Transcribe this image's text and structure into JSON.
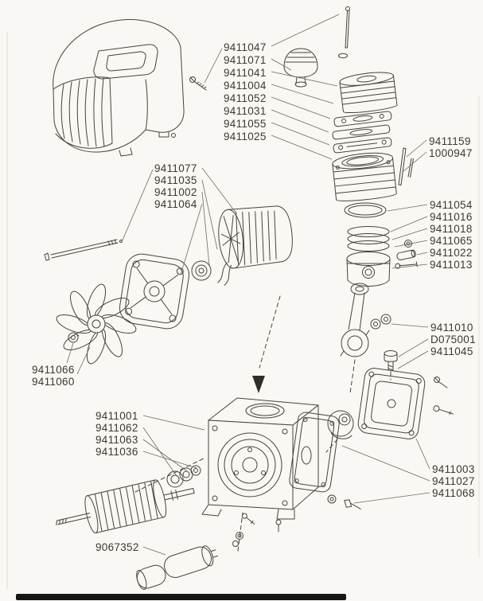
{
  "colors": {
    "paper": "#f9f8f4",
    "line": "#45443c",
    "label_text": "#3b3933",
    "scan_bar": "#161616"
  },
  "labels": [
    {
      "text": "9411047"
    },
    {
      "text": "9411071"
    },
    {
      "text": "9411041"
    },
    {
      "text": "9411004"
    },
    {
      "text": "9411052"
    },
    {
      "text": "9411031"
    },
    {
      "text": "9411055"
    },
    {
      "text": "9411025"
    },
    {
      "text": "9411159"
    },
    {
      "text": "1000947"
    },
    {
      "text": "9411077"
    },
    {
      "text": "9411035"
    },
    {
      "text": "9411002"
    },
    {
      "text": "9411064"
    },
    {
      "text": "9411054"
    },
    {
      "text": "9411016"
    },
    {
      "text": "9411018"
    },
    {
      "text": "9411065"
    },
    {
      "text": "9411022"
    },
    {
      "text": "9411013"
    },
    {
      "text": "9411010"
    },
    {
      "text": "D075001"
    },
    {
      "text": "9411045"
    },
    {
      "text": "9411066"
    },
    {
      "text": "9411060"
    },
    {
      "text": "9411001"
    },
    {
      "text": "9411062"
    },
    {
      "text": "9411063"
    },
    {
      "text": "9411036"
    },
    {
      "text": "9411003"
    },
    {
      "text": "9411027"
    },
    {
      "text": "9411068"
    },
    {
      "text": "9067352"
    }
  ]
}
